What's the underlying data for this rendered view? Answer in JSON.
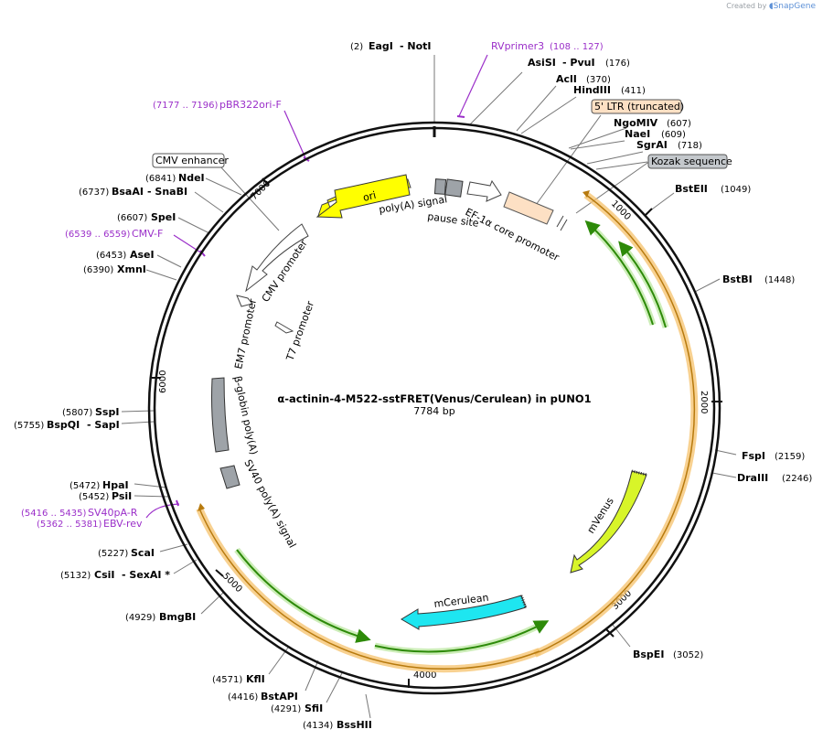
{
  "credit": {
    "prefix": "Created by",
    "brand": "SnapGene"
  },
  "title": "α-actinin-4-M522-sstFRET(Venus/Cerulean) in pUNO1",
  "size": "7784 bp",
  "ticks": [
    "1000",
    "2000",
    "3000",
    "4000",
    "5000",
    "6000",
    "7000"
  ],
  "sites": {
    "eagi_pos": "(2)",
    "eagi": "EagI",
    "noti": "- NotI",
    "asisi": "AsiSI",
    "pvui": "- PvuI",
    "asisi_pos": "(176)",
    "acli": "AclI",
    "acli_pos": "(370)",
    "hindiii": "HindIII",
    "hindiii_pos": "(411)",
    "ngomiv": "NgoMIV",
    "ngomiv_pos": "(607)",
    "naei": "NaeI",
    "naei_pos": "(609)",
    "sgrai": "SgrAI",
    "sgrai_pos": "(718)",
    "bsteii": "BstEII",
    "bsteii_pos": "(1049)",
    "bstbi": "BstBI",
    "bstbi_pos": "(1448)",
    "fspi": "FspI",
    "fspi_pos": "(2159)",
    "draiii": "DraIII",
    "draiii_pos": "(2246)",
    "bspei": "BspEI",
    "bspei_pos": "(3052)",
    "bsshii": "BssHII",
    "bsshii_pos": "(4134)",
    "sfii": "SfiI",
    "sfii_pos": "(4291)",
    "bstapi": "BstAPI",
    "bstapi_pos": "(4416)",
    "kfli": "KflI",
    "kfli_pos": "(4571)",
    "bmgbi": "BmgBI",
    "bmgbi_pos": "(4929)",
    "csii_pos": "(5132)",
    "csii": "CsiI",
    "sexai": "- SexAI *",
    "scai_pos": "(5227)",
    "scai": "ScaI",
    "psii_pos": "(5452)",
    "psii": "PsiI",
    "hpai_pos": "(5472)",
    "hpai": "HpaI",
    "bspqi_pos": "(5755)",
    "bspqi": "BspQI",
    "sapi": "- SapI",
    "sspi_pos": "(5807)",
    "sspi": "SspI",
    "xmni_pos": "(6390)",
    "xmni": "XmnI",
    "asei_pos": "(6453)",
    "asei": "AseI",
    "spei_pos": "(6607)",
    "spei": "SpeI",
    "bsaai_pos": "(6737)",
    "bsaai": "BsaAI",
    "snabi": "- SnaBI",
    "ndei_pos": "(6841)",
    "ndei": "NdeI"
  },
  "primers": {
    "rvprimer3": "RVprimer3",
    "rvprimer3_range": "(108 .. 127)",
    "pbr322ori_range": "(7177 .. 7196)",
    "pbr322ori": "pBR322ori-F",
    "cmvf_range": "(6539 .. 6559)",
    "cmvf": "CMV-F",
    "sv40pa_range": "(5416 .. 5435)",
    "sv40pa": "SV40pA-R",
    "ebv_range": "(5362 .. 5381)",
    "ebv": "EBV-rev"
  },
  "boxed_features": {
    "ltr": "5' LTR (truncated)",
    "kozak": "Kozak sequence",
    "cmv_enhancer": "CMV enhancer"
  },
  "features": {
    "ori": "ori",
    "polya": "poly(A) signal",
    "pause": "pause site",
    "ef1a": "EF-1α core promoter",
    "cmv_promoter": "CMV promoter",
    "t7": "T7 promoter",
    "em7": "EM7 promoter",
    "bglobin": "β-globin poly(A)",
    "sv40": "SV40 poly(A) signal",
    "mvenus": "mVenus",
    "mcerulean": "mCerulean"
  },
  "colors": {
    "ori": "#ffff00",
    "mvenus": "#d8f529",
    "mcerulean": "#1ee6f0",
    "orf_outline": "#f5c26b",
    "orf_line": "#2d8a09",
    "promoter": "#ffffff",
    "ltr": "#fde0c4",
    "polya": "#9ea3a8",
    "primer": "#9b2fc9"
  }
}
